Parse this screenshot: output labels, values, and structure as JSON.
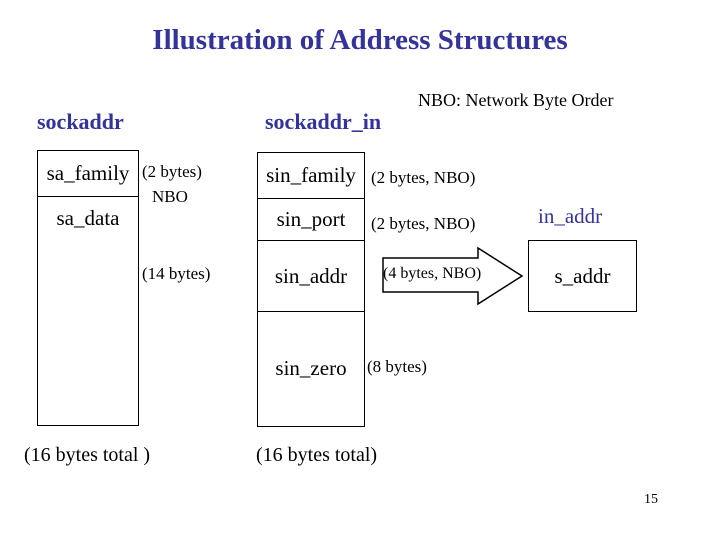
{
  "title": "Illustration of Address Structures",
  "note": "NBO: Network Byte Order",
  "page_number": "15",
  "colors": {
    "accent_blue": "#333399",
    "text": "#000000",
    "background": "#ffffff",
    "line": "#000000"
  },
  "sockaddr": {
    "label": "sockaddr",
    "fields": {
      "family": "sa_family",
      "data": "sa_data"
    },
    "annotations": {
      "family_size": "(2 bytes)",
      "family_order": "NBO",
      "data_size": "(14 bytes)"
    },
    "total": "(16 bytes total )"
  },
  "sockaddr_in": {
    "label": "sockaddr_in",
    "fields": {
      "family": "sin_family",
      "port": "sin_port",
      "addr": "sin_addr",
      "zero": "sin_zero"
    },
    "annotations": {
      "family_size": "(2 bytes, NBO)",
      "port_size": "(2 bytes, NBO)",
      "addr_size": "(4 bytes, NBO)",
      "zero_size": "(8 bytes)"
    },
    "total": "(16 bytes total)"
  },
  "in_addr": {
    "label": "in_addr",
    "fields": {
      "addr": "s_addr"
    }
  }
}
